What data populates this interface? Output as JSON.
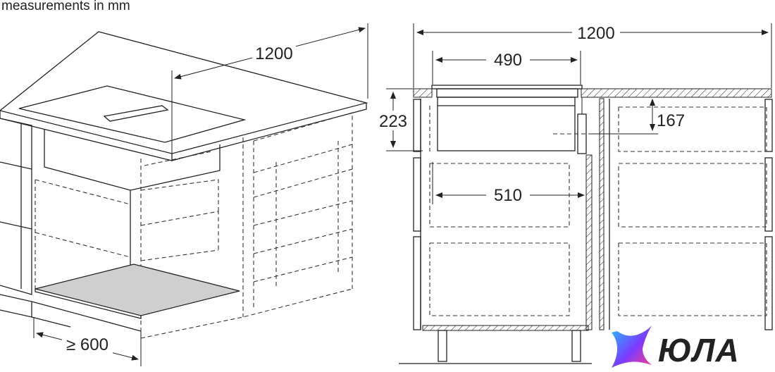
{
  "caption": "measurements in mm",
  "left_view": {
    "width_label": "1200",
    "depth_label": "≥ 600"
  },
  "right_view": {
    "width_label": "1200",
    "hob_width_label": "490",
    "height_label": "223",
    "inner_height_label": "167",
    "inner_width_label": "510"
  },
  "logo": {
    "text": "ЮЛА",
    "colors": [
      "#22c1ff",
      "#7b3bff",
      "#ff3d8b"
    ]
  }
}
